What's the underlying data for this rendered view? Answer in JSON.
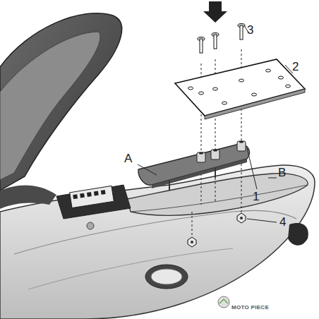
{
  "diagram": {
    "labels": [
      "3",
      "2",
      "A",
      "B",
      "1",
      "4",
      "MOTO PIECE"
    ]
  }
}
